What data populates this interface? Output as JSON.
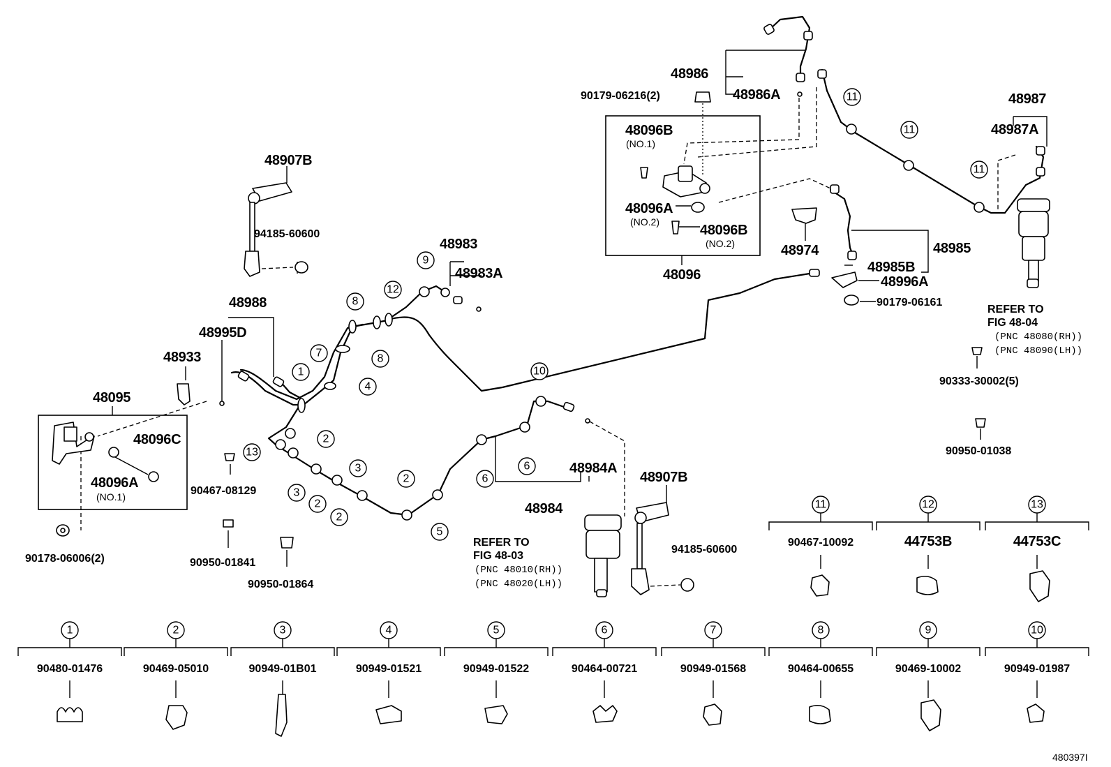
{
  "figure_id": "480397I",
  "parts": {
    "p48907B_rear": "48907B",
    "p94185_rear": "94185-60600",
    "p48988": "48988",
    "p48995D": "48995D",
    "p48933": "48933",
    "p48095": "48095",
    "p48096C": "48096C",
    "p48096A_no1": "48096A",
    "no1": "(NO.1)",
    "p90178": "90178-06006(2)",
    "p90467_08129": "90467-08129",
    "p90950_01841": "90950-01841",
    "p90950_01864": "90950-01864",
    "p48983": "48983",
    "p48983A": "48983A",
    "p48984": "48984",
    "p48984A": "48984A",
    "p48907B_front": "48907B",
    "p94185_front": "94185-60600",
    "refer_48_03": "REFER TO",
    "fig_48_03": "FIG 48-03",
    "pnc_48010": "(PNC 48010(RH))",
    "pnc_48020": "(PNC 48020(LH))",
    "p48986": "48986",
    "p48986A": "48986A",
    "p90179_06216": "90179-06216(2)",
    "p48096B_no1": "48096B",
    "no1b": "(NO.1)",
    "p48096A_no2": "48096A",
    "no2a": "(NO.2)",
    "p48096B_no2": "48096B",
    "no2b": "(NO.2)",
    "p48096": "48096",
    "p48974": "48974",
    "p48985": "48985",
    "p48985B": "48985B",
    "p48996A": "48996A",
    "p90179_06161": "90179-06161",
    "p48987": "48987",
    "p48987A": "48987A",
    "refer_48_04": "REFER TO",
    "fig_48_04": "FIG 48-04",
    "pnc_48080": "(PNC 48080(RH))",
    "pnc_48090": "(PNC 48090(LH))",
    "p90333": "90333-30002(5)",
    "p90950_01038": "90950-01038"
  },
  "clip_table": [
    {
      "num": "1",
      "part": "90480-01476"
    },
    {
      "num": "2",
      "part": "90469-05010"
    },
    {
      "num": "3",
      "part": "90949-01B01"
    },
    {
      "num": "4",
      "part": "90949-01521"
    },
    {
      "num": "5",
      "part": "90949-01522"
    },
    {
      "num": "6",
      "part": "90464-00721"
    },
    {
      "num": "7",
      "part": "90949-01568"
    },
    {
      "num": "8",
      "part": "90464-00655"
    },
    {
      "num": "9",
      "part": "90469-10002"
    },
    {
      "num": "10",
      "part": "90949-01987"
    }
  ],
  "clip_table_top": [
    {
      "num": "11",
      "part": "90467-10092"
    },
    {
      "num": "12",
      "part": "44753B"
    },
    {
      "num": "13",
      "part": "44753C"
    }
  ],
  "callouts": [
    "1",
    "2",
    "2",
    "2",
    "2",
    "2",
    "3",
    "3",
    "3",
    "4",
    "5",
    "6",
    "6",
    "7",
    "8",
    "8",
    "9",
    "10",
    "11",
    "11",
    "11",
    "12",
    "13"
  ]
}
